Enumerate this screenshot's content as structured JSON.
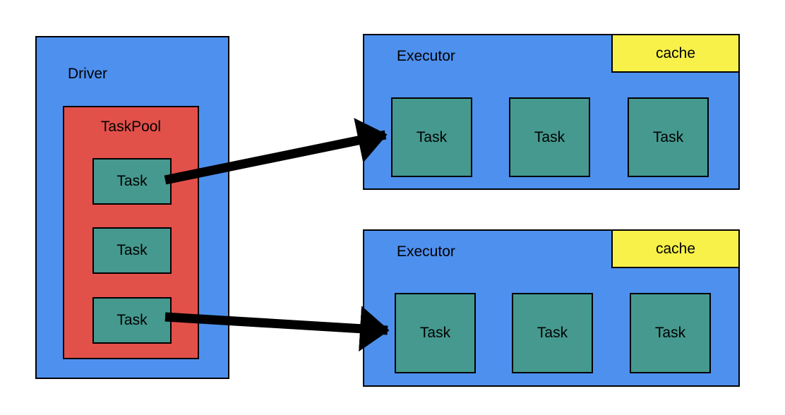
{
  "diagram": {
    "driver": {
      "label": "Driver",
      "pool": {
        "label": "TaskPool",
        "tasks": [
          {
            "label": "Task"
          },
          {
            "label": "Task"
          },
          {
            "label": "Task"
          }
        ]
      }
    },
    "executors": [
      {
        "label": "Executor",
        "cache": {
          "label": "cache"
        },
        "tasks": [
          {
            "label": "Task"
          },
          {
            "label": "Task"
          },
          {
            "label": "Task"
          }
        ]
      },
      {
        "label": "Executor",
        "cache": {
          "label": "cache"
        },
        "tasks": [
          {
            "label": "Task"
          },
          {
            "label": "Task"
          },
          {
            "label": "Task"
          }
        ]
      }
    ],
    "arrows": [
      {
        "from": "driver-pool-task-1",
        "to": "executor-1-task-1"
      },
      {
        "from": "driver-pool-task-3",
        "to": "executor-2-task-1"
      }
    ],
    "colors": {
      "container_blue": "#4e90ee",
      "pool_red": "#e2504a",
      "task_teal": "#45998f",
      "cache_yellow": "#f7f14a",
      "arrow_black": "#000000",
      "border_black": "#000000",
      "background": "#ffffff"
    }
  }
}
